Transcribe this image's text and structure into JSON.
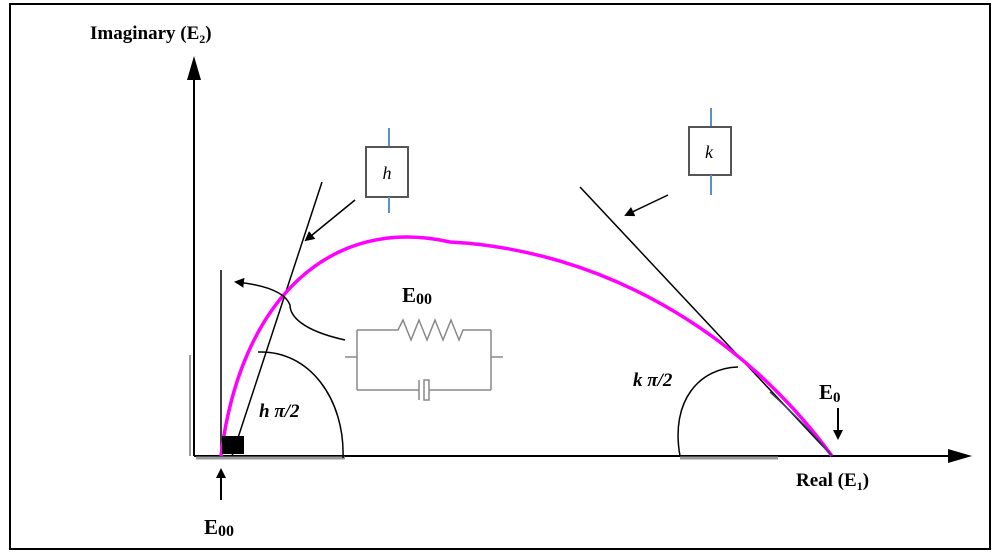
{
  "axes": {
    "y_label_main": "Imaginary (E",
    "y_label_sub": "2",
    "y_label_end": ")",
    "x_label_main": "Real (E",
    "x_label_sub": "1",
    "x_label_end": ")"
  },
  "labels": {
    "e00_top_main": "E",
    "e00_top_sub": "00",
    "e00_bottom_main": "E",
    "e00_bottom_sub": "00",
    "e0_main": "E",
    "e0_sub": "0",
    "h_angle": "h π/2",
    "k_angle": "k π/2"
  },
  "elements": {
    "h_box": "h",
    "k_box": "k"
  },
  "colors": {
    "curve": "#ff00ff",
    "element_lead": "#5b8fd0",
    "circuit": "#888888",
    "frame": "#000000"
  }
}
